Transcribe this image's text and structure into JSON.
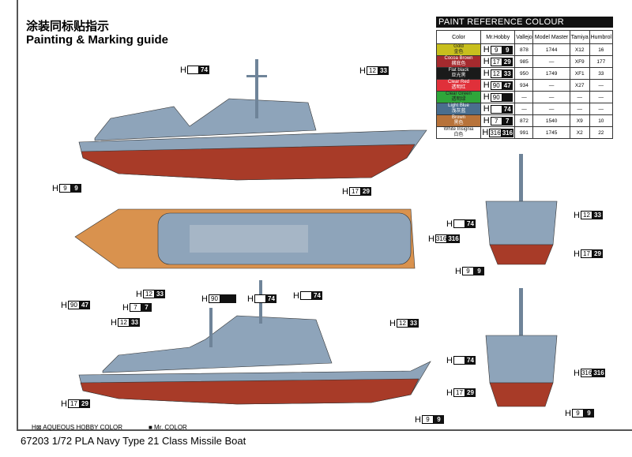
{
  "title_cn": "涂装同标贴指示",
  "title_en": "Painting & Marking guide",
  "table": {
    "title": "PAINT  REFERENCE COLOUR",
    "headers": [
      "Color",
      "Mr.Hobby",
      "Vallejo",
      "Model Master",
      "Tamiya",
      "Humbrol"
    ],
    "rows": [
      {
        "name": "Gold",
        "cn": "金色",
        "color": "#c8bf1e",
        "text": "#222",
        "aq": "9",
        "mr": "9",
        "vallejo": "878",
        "mm": "1744",
        "tamiya": "X12",
        "humbrol": "16"
      },
      {
        "name": "Cocoa Brown",
        "cn": "赭底色",
        "color": "#a52a2e",
        "text": "#fff",
        "aq": "17",
        "mr": "29",
        "vallejo": "985",
        "mm": "—",
        "tamiya": "XF9",
        "humbrol": "177"
      },
      {
        "name": "Flat black",
        "cn": "亚光黑",
        "color": "#1a1a1a",
        "text": "#fff",
        "aq": "12",
        "mr": "33",
        "vallejo": "950",
        "mm": "1749",
        "tamiya": "XF1",
        "humbrol": "33"
      },
      {
        "name": "Clear Red",
        "cn": "透明红",
        "color": "#e0303a",
        "text": "#fff",
        "aq": "90",
        "mr": "47",
        "vallejo": "934",
        "mm": "—",
        "tamiya": "X27",
        "humbrol": "—"
      },
      {
        "name": "Clear Green",
        "cn": "透明绿",
        "color": "#2fa63a",
        "text": "#222",
        "aq": "90",
        "mr": "",
        "vallejo": "—",
        "mm": "—",
        "tamiya": "—",
        "humbrol": "—"
      },
      {
        "name": "Light Blue",
        "cn": "浅灰蓝",
        "color": "#4a6e8e",
        "text": "#fff",
        "aq": "",
        "mr": "74",
        "vallejo": "—",
        "mm": "—",
        "tamiya": "—",
        "humbrol": "—"
      },
      {
        "name": "Brown",
        "cn": "黑色",
        "color": "#b8733a",
        "text": "#fff",
        "aq": "7",
        "mr": "7",
        "vallejo": "872",
        "mm": "1540",
        "tamiya": "X9",
        "humbrol": "10"
      },
      {
        "name": "White Insignia",
        "cn": "白色",
        "color": "#ffffff",
        "text": "#222",
        "aq": "316",
        "mr": "316",
        "vallejo": "991",
        "mm": "1745",
        "tamiya": "X2",
        "humbrol": "22"
      }
    ]
  },
  "callouts": [
    {
      "aq": "",
      "mr": "74"
    },
    {
      "aq": "12",
      "mr": "33"
    },
    {
      "aq": "9",
      "mr": "9"
    },
    {
      "aq": "17",
      "mr": "29"
    },
    {
      "aq": "316",
      "mr": "316"
    },
    {
      "aq": "12",
      "mr": "33"
    },
    {
      "aq": "7",
      "mr": "7"
    },
    {
      "aq": "90",
      "mr": "47"
    },
    {
      "aq": "12",
      "mr": "33"
    },
    {
      "aq": "90",
      "mr": ""
    },
    {
      "aq": "",
      "mr": "74"
    },
    {
      "aq": "",
      "mr": "74"
    },
    {
      "aq": "12",
      "mr": "33"
    },
    {
      "aq": "17",
      "mr": "29"
    },
    {
      "aq": "9",
      "mr": "9"
    },
    {
      "aq": "",
      "mr": "74"
    },
    {
      "aq": "12",
      "mr": "33"
    },
    {
      "aq": "17",
      "mr": "29"
    },
    {
      "aq": "9",
      "mr": "9"
    },
    {
      "aq": "",
      "mr": "74"
    },
    {
      "aq": "316",
      "mr": "316"
    },
    {
      "aq": "17",
      "mr": "29"
    },
    {
      "aq": "9",
      "mr": "9"
    }
  ],
  "legend": {
    "aqueous": "H⊠ AQUEOUS HOBBY COLOR",
    "mr": "■ Mr. COLOR"
  },
  "footer": "67203 1/72  PLA Navy Type 21 Class Missile Boat"
}
